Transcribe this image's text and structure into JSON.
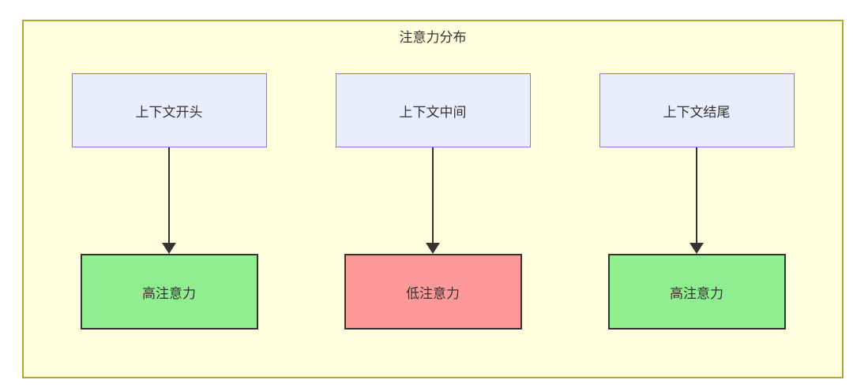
{
  "diagram": {
    "title": "注意力分布",
    "columns": [
      {
        "source": "上下文开头",
        "result": "高注意力",
        "result_color": "#90EE90"
      },
      {
        "source": "上下文中间",
        "result": "低注意力",
        "result_color": "#FF9999"
      },
      {
        "source": "上下文结尾",
        "result": "高注意力",
        "result_color": "#90EE90"
      }
    ],
    "colors": {
      "background": "#FFFFFF",
      "container_fill": "#FFFFDE",
      "container_border": "#AAAA33",
      "source_fill": "#ECECFF",
      "source_border": "#9370DB",
      "result_border": "#333333",
      "arrow": "#333333",
      "text": "#333333"
    }
  }
}
